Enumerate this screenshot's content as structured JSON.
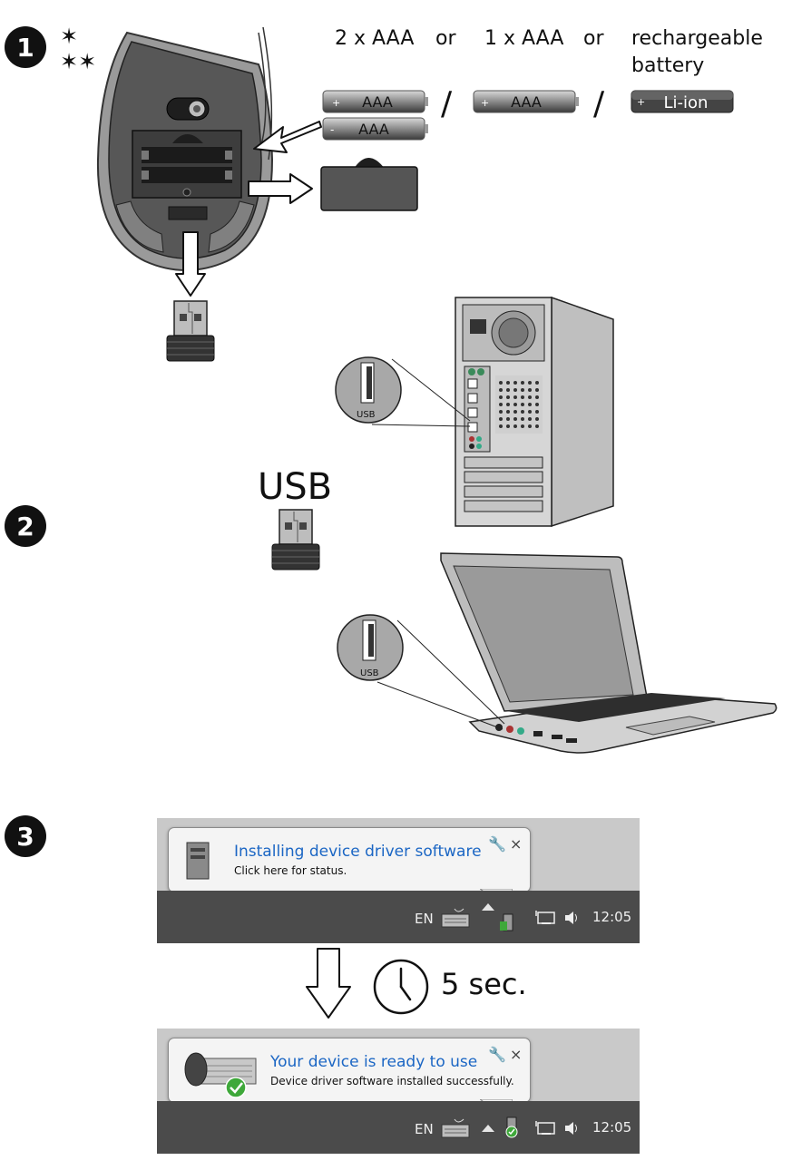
{
  "steps": [
    "1",
    "2",
    "3"
  ],
  "battery": {
    "option_a": "2 x AAA",
    "or_1": "or",
    "option_b": "1 x AAA",
    "or_2": "or",
    "option_c_line1": "rechargeable",
    "option_c_line2": "battery",
    "cell_label_aaa": "AAA",
    "cell_label_liion": "Li-ion",
    "plus_sign": "+",
    "minus_sign": "-",
    "separator": "/"
  },
  "usb": {
    "big_label": "USB",
    "port_label": "USB"
  },
  "timer": {
    "label": "5 sec."
  },
  "notification_installing": {
    "title": "Installing device driver software",
    "subtitle": "Click here for status.",
    "close": "×"
  },
  "notification_ready": {
    "title": "Your device is ready to use",
    "subtitle": "Device driver software installed successfully.",
    "close": "×"
  },
  "tray": {
    "language": "EN",
    "time": "12:05"
  },
  "colors": {
    "mouse_body": "#575757",
    "mouse_shell": "#9a9a9a",
    "notification_title": "#1b66c4",
    "taskbar": "#4b4b4b",
    "check_green": "#3ea83a"
  }
}
